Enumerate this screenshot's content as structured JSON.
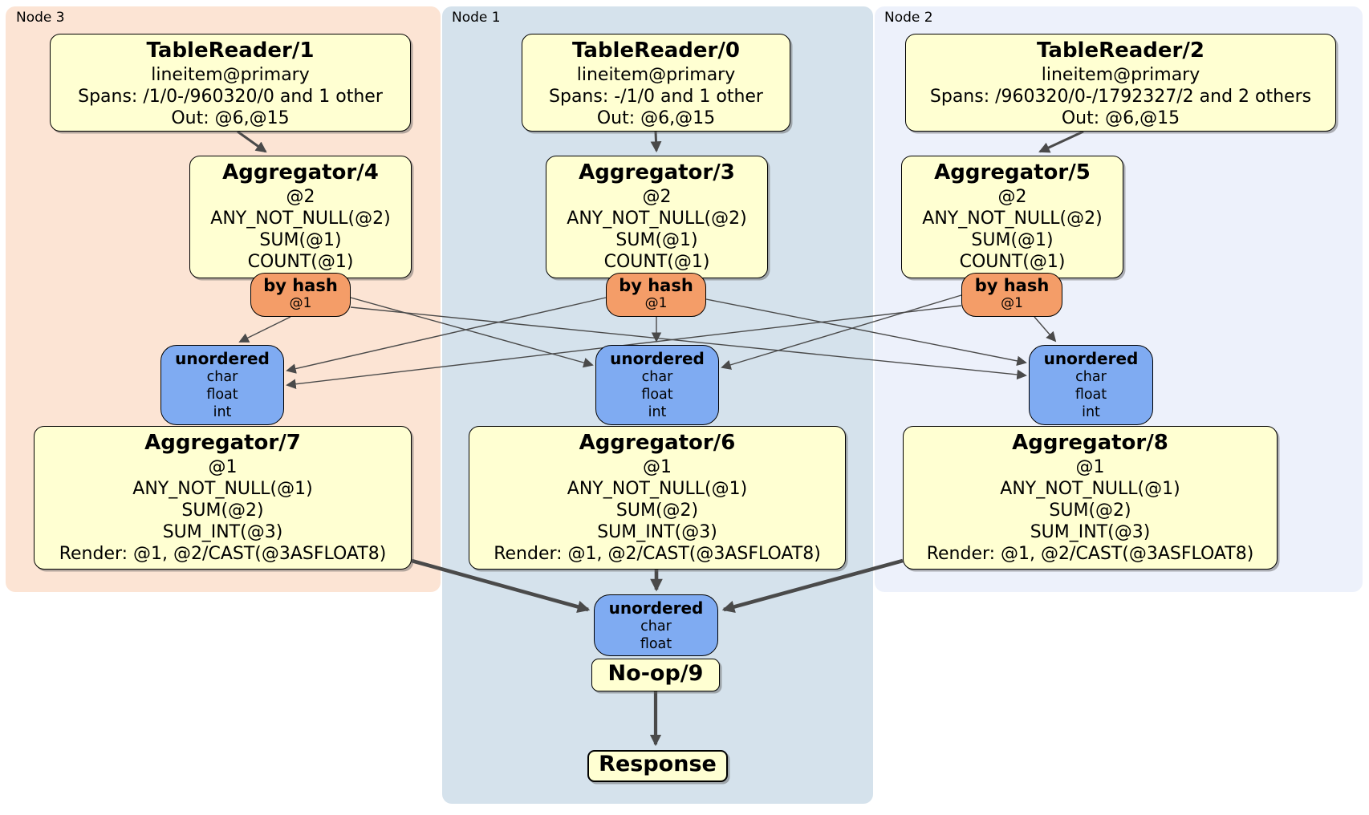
{
  "node_groups": {
    "node3": {
      "label": "Node 3"
    },
    "node1": {
      "label": "Node 1"
    },
    "node2": {
      "label": "Node 2"
    }
  },
  "boxes": {
    "tr1": {
      "title": "TableReader/1",
      "lines": [
        "lineitem@primary",
        "Spans: /1/0-/960320/0 and 1 other",
        "Out: @6,@15"
      ]
    },
    "tr0": {
      "title": "TableReader/0",
      "lines": [
        "lineitem@primary",
        "Spans: -/1/0 and 1 other",
        "Out: @6,@15"
      ]
    },
    "tr2": {
      "title": "TableReader/2",
      "lines": [
        "lineitem@primary",
        "Spans: /960320/0-/1792327/2 and 2 others",
        "Out: @6,@15"
      ]
    },
    "agg4": {
      "title": "Aggregator/4",
      "lines": [
        "@2",
        "ANY_NOT_NULL(@2)",
        "SUM(@1)",
        "COUNT(@1)"
      ]
    },
    "agg3": {
      "title": "Aggregator/3",
      "lines": [
        "@2",
        "ANY_NOT_NULL(@2)",
        "SUM(@1)",
        "COUNT(@1)"
      ]
    },
    "agg5": {
      "title": "Aggregator/5",
      "lines": [
        "@2",
        "ANY_NOT_NULL(@2)",
        "SUM(@1)",
        "COUNT(@1)"
      ]
    },
    "router_left": {
      "title": "by hash",
      "lines": [
        "@1"
      ]
    },
    "router_center": {
      "title": "by hash",
      "lines": [
        "@1"
      ]
    },
    "router_right": {
      "title": "by hash",
      "lines": [
        "@1"
      ]
    },
    "sync_left": {
      "title": "unordered",
      "lines": [
        "char",
        "float",
        "int"
      ]
    },
    "sync_center": {
      "title": "unordered",
      "lines": [
        "char",
        "float",
        "int"
      ]
    },
    "sync_right": {
      "title": "unordered",
      "lines": [
        "char",
        "float",
        "int"
      ]
    },
    "agg7": {
      "title": "Aggregator/7",
      "lines": [
        "@1",
        "ANY_NOT_NULL(@1)",
        "SUM(@2)",
        "SUM_INT(@3)",
        "Render: @1, @2/CAST(@3ASFLOAT8)"
      ]
    },
    "agg6": {
      "title": "Aggregator/6",
      "lines": [
        "@1",
        "ANY_NOT_NULL(@1)",
        "SUM(@2)",
        "SUM_INT(@3)",
        "Render: @1, @2/CAST(@3ASFLOAT8)"
      ]
    },
    "agg8": {
      "title": "Aggregator/8",
      "lines": [
        "@1",
        "ANY_NOT_NULL(@1)",
        "SUM(@2)",
        "SUM_INT(@3)",
        "Render: @1, @2/CAST(@3ASFLOAT8)"
      ]
    },
    "sync_final": {
      "title": "unordered",
      "lines": [
        "char",
        "float"
      ]
    },
    "noop": {
      "title": "No-op/9"
    },
    "response": {
      "title": "Response"
    }
  },
  "colors": {
    "node3_bg": "#fce4d4",
    "node1_bg": "#d5e2ec",
    "node2_bg": "#edf1fb",
    "processor_fill": "#ffffd2",
    "router_fill": "#f49d68",
    "sync_fill": "#7fabf2",
    "box_border": "#000000",
    "edge": "#4a4a4a"
  }
}
